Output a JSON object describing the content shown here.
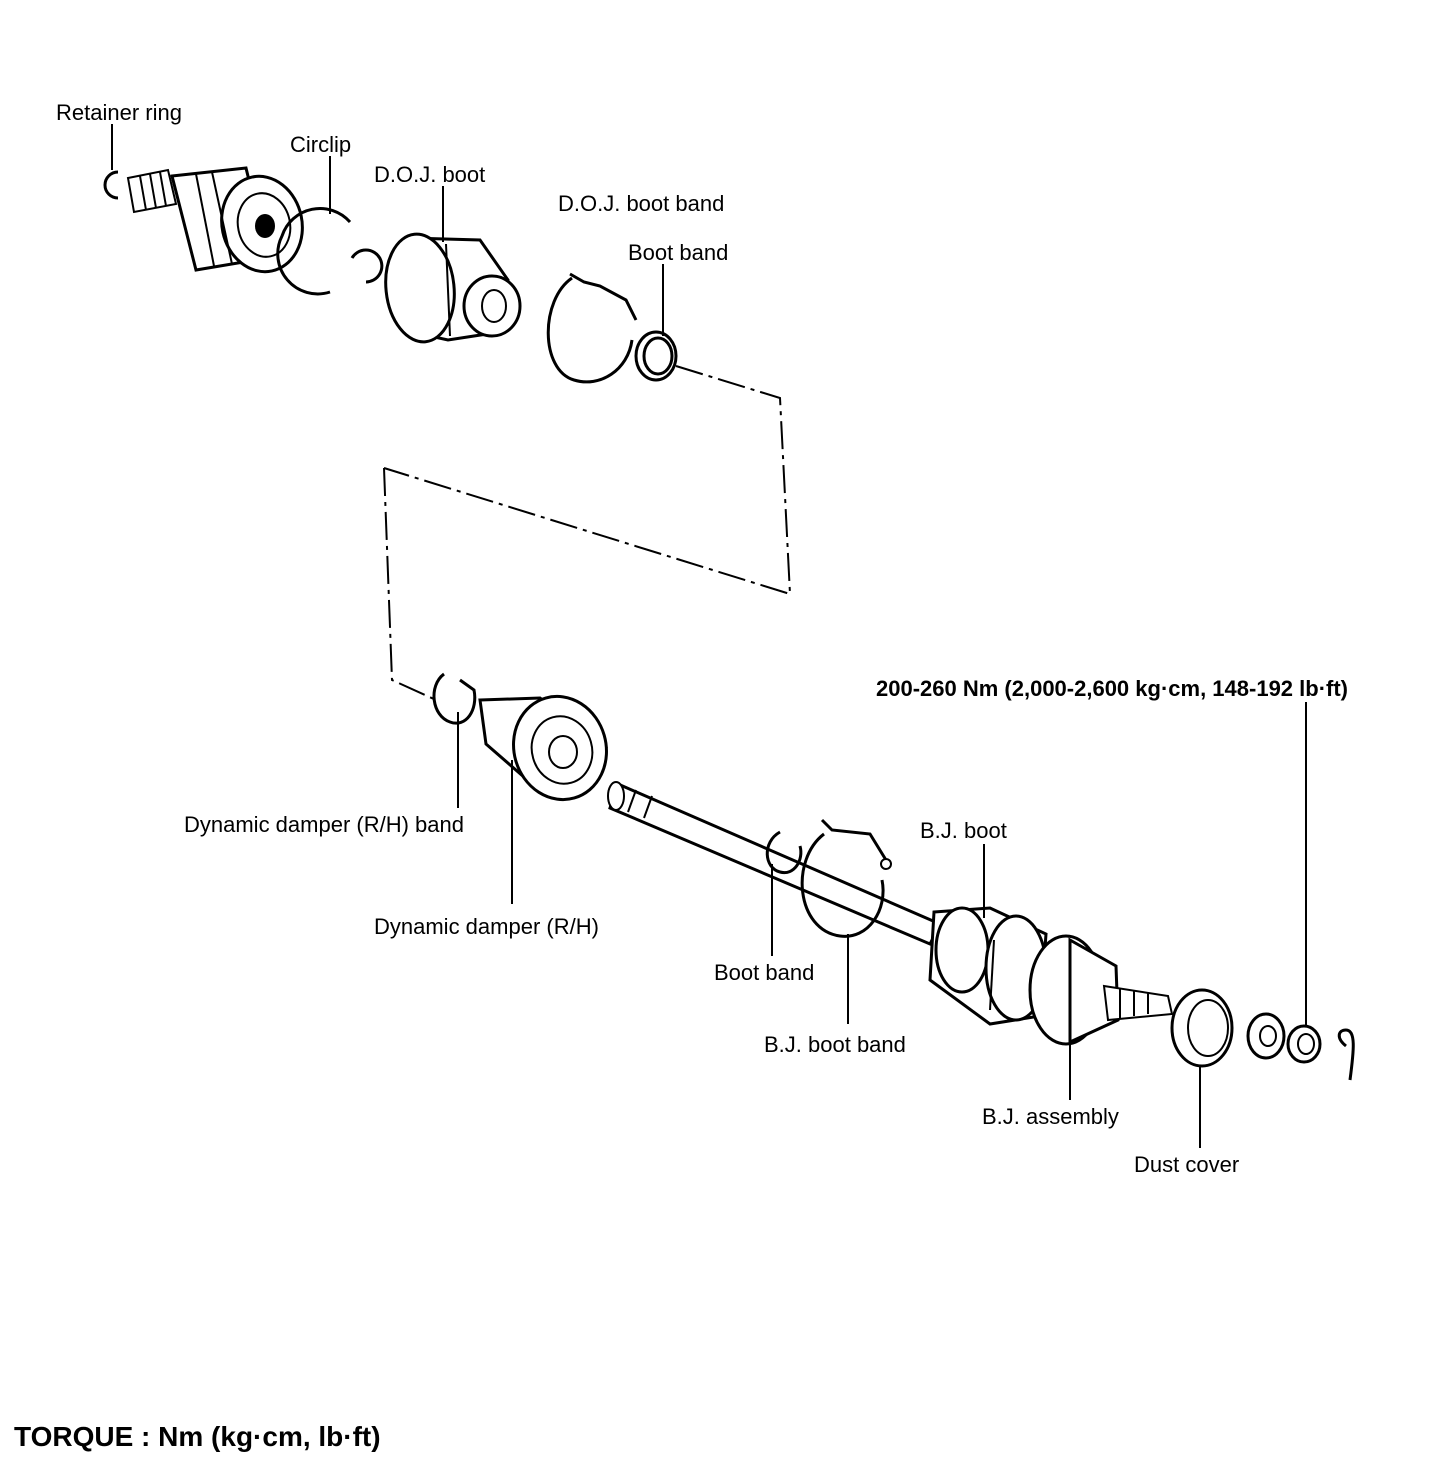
{
  "labels": {
    "retainer_ring": "Retainer ring",
    "circlip": "Circlip",
    "doj_boot": "D.O.J. boot",
    "doj_boot_band": "D.O.J. boot band",
    "boot_band_top": "Boot band",
    "dynamic_damper_band": "Dynamic damper (R/H) band",
    "dynamic_damper": "Dynamic damper (R/H)",
    "boot_band_bottom": "Boot band",
    "bj_boot_band": "B.J. boot band",
    "bj_boot": "B.J. boot",
    "bj_assembly": "B.J. assembly",
    "dust_cover": "Dust cover",
    "torque_spec": "200-260 Nm (2,000-2,600 kg·cm, 148-192 lb·ft)"
  },
  "footer": {
    "torque_legend": "TORQUE : Nm (kg·cm, lb·ft)"
  }
}
